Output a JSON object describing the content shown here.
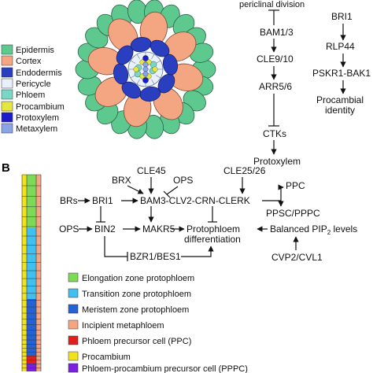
{
  "panel_b_label": "B",
  "legend_a": [
    {
      "label": "Epidermis",
      "color": "#5dc98f"
    },
    {
      "label": "Cortex",
      "color": "#f4a582"
    },
    {
      "label": "Endodermis",
      "color": "#2a3fc0"
    },
    {
      "label": "Pericycle",
      "color": "#e8f0fb"
    },
    {
      "label": "Phloem",
      "color": "#7ad6c6"
    },
    {
      "label": "Procambium",
      "color": "#e6e640"
    },
    {
      "label": "Protoxylem",
      "color": "#1c1cc8"
    },
    {
      "label": "Metaxylem",
      "color": "#8aa4e6"
    }
  ],
  "pathway_a1": [
    "periclinal division",
    "BAM1/3",
    "CLE9/10",
    "ARR5/6",
    "CTKs",
    "Protoxylem"
  ],
  "pathway_a2": [
    "BRI1",
    "RLP44",
    "PSKR1-BAK1",
    "Procambial",
    "identity"
  ],
  "network_b": {
    "brx": "BRX",
    "cle45": "CLE45",
    "ops_top": "OPS",
    "cle2526": "CLE25/26",
    "ppc": "PPC",
    "brs": "BRs",
    "bri1": "BRI1",
    "bam3": "BAM3-CLV2-CRN-CLERK",
    "ppsc": "PPSC/PPPC",
    "ops_left": "OPS",
    "bin2": "BIN2",
    "makr5": "MAKR5",
    "protophloem": "Protophloem",
    "differentiation": "differentiation",
    "balanced": "Balanced PIP",
    "pip_sub": "2",
    "levels": " levels",
    "bzr": "BZR1/BES1",
    "cvp": "CVP2/CVL1"
  },
  "legend_b": [
    {
      "label": "Elongation zone protophloem",
      "color": "#7ed957"
    },
    {
      "label": "Transition zone protophloem",
      "color": "#3fc0f0"
    },
    {
      "label": "Meristem zone protophloem",
      "color": "#2563d4"
    },
    {
      "label": "Incipient metaphloem",
      "color": "#f4a582"
    },
    {
      "label": "Phloem precursor cell (PPC)",
      "color": "#e0201f"
    },
    {
      "label": "Procambium",
      "color": "#f2e21c"
    },
    {
      "label": "Phloem-procambium precursor cell (PPPC)",
      "color": "#7b1fe0"
    }
  ]
}
